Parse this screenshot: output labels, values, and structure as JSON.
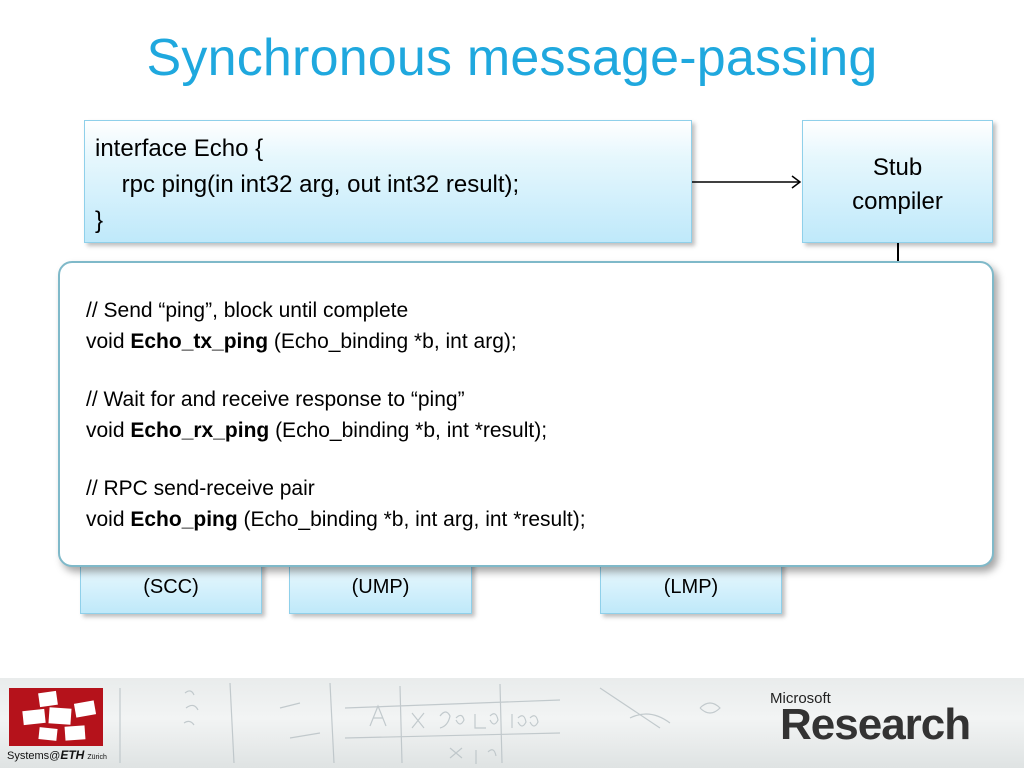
{
  "slide": {
    "title": "Synchronous message-passing"
  },
  "interface_box": {
    "lines": [
      "interface Echo {",
      "    rpc ping(in int32 arg, out int32 result);",
      "}"
    ]
  },
  "stub_compiler": {
    "line1": "Stub",
    "line2": "compiler"
  },
  "bottom_boxes": [
    {
      "label": "(SCC)"
    },
    {
      "label": "(UMP)"
    },
    {
      "label": "(LMP)"
    }
  ],
  "popup": {
    "groups": [
      {
        "comment": "// Send “ping”, block until complete",
        "prefix": "void ",
        "func": "Echo_tx_ping",
        "args": " (Echo_binding *b, int arg);"
      },
      {
        "comment": "// Wait for and receive response to “ping”",
        "prefix": "void ",
        "func": "Echo_rx_ping",
        "args": " (Echo_binding *b, int *result);"
      },
      {
        "comment": "// RPC send-receive pair",
        "prefix": "void ",
        "func": "Echo_ping",
        "args": " (Echo_binding *b, int arg, int *result);"
      }
    ]
  },
  "footer": {
    "left_logo_text": "Systems@",
    "eth": "ETH",
    "zurich": "Zürich",
    "ms_small": "Microsoft",
    "ms_big": "Research",
    "eth_logo_color": "#b5121b"
  }
}
